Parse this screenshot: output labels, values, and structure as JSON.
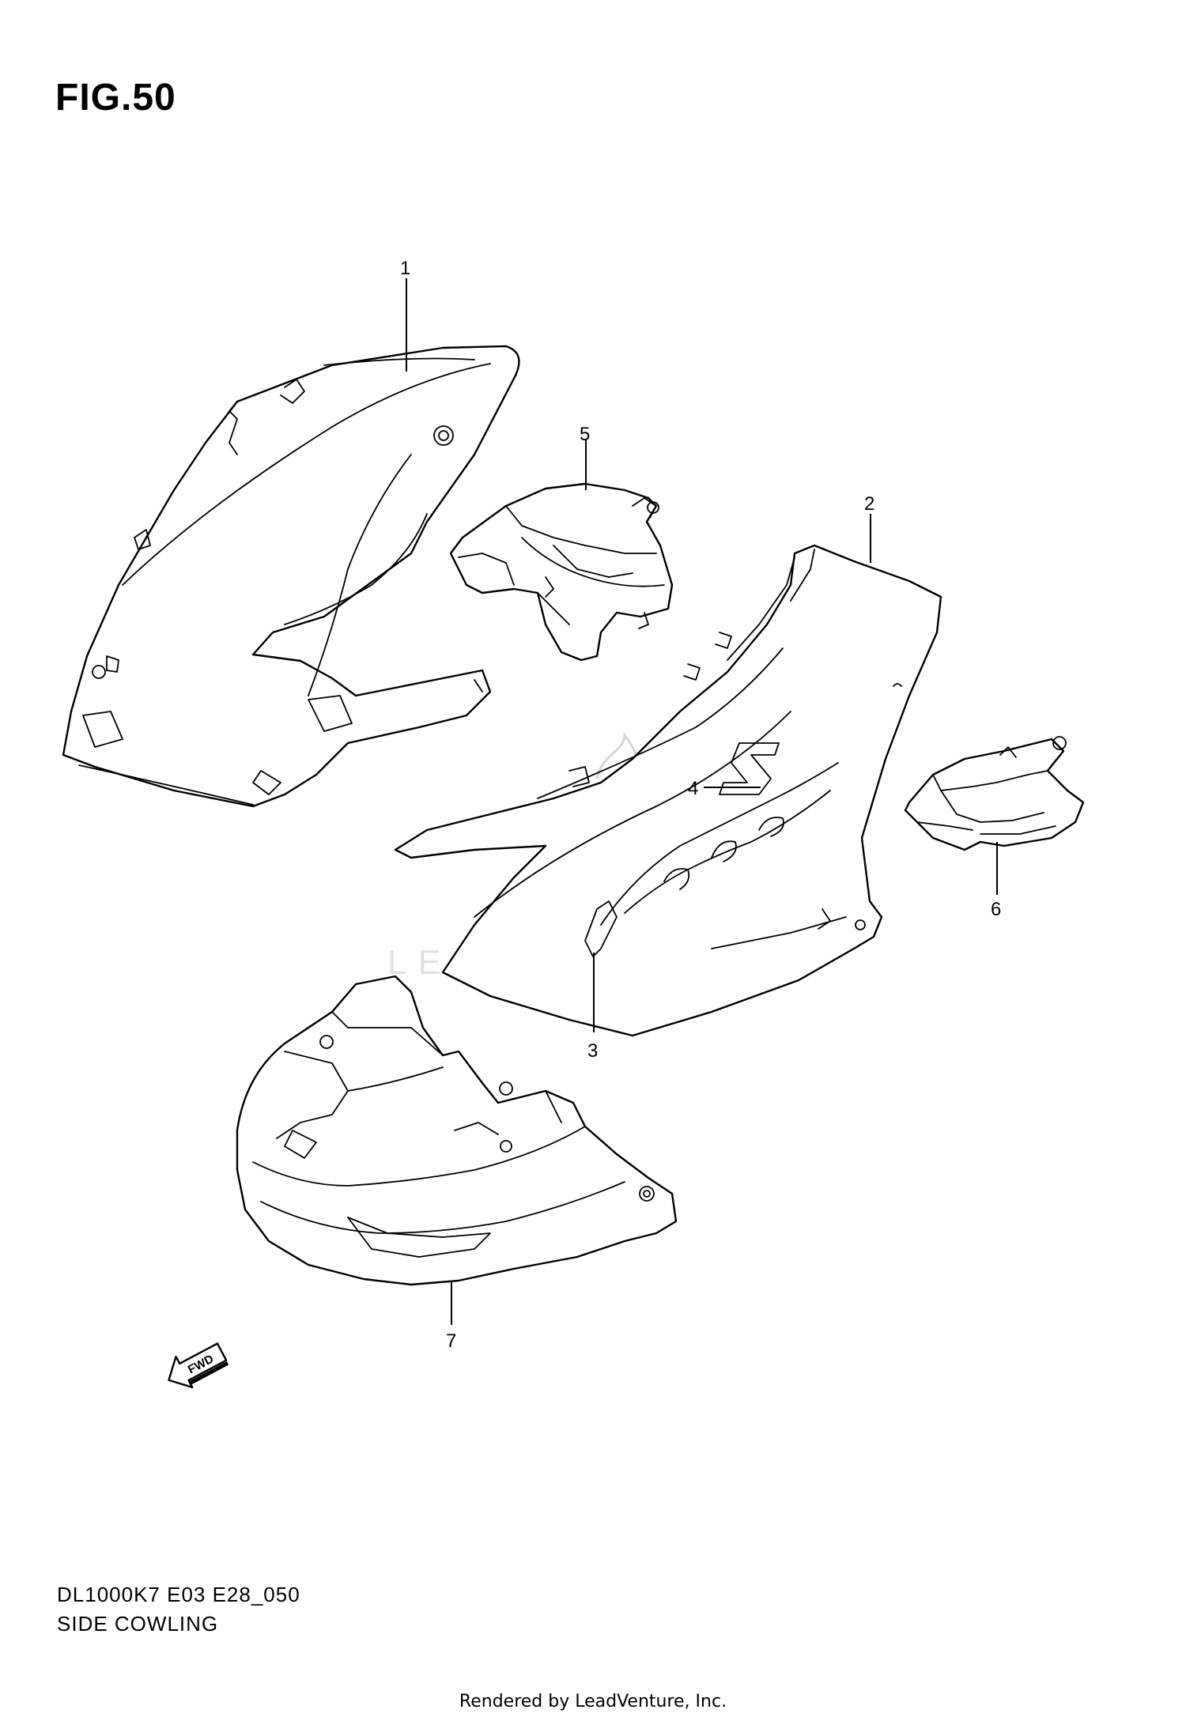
{
  "figure": {
    "title": "FIG.50"
  },
  "callouts": {
    "p1": "1",
    "p2": "2",
    "p3": "3",
    "p4": "4",
    "p5": "5",
    "p6": "6",
    "p7": "7"
  },
  "fwd_label": "FWD",
  "watermark": "LEADVENTURE",
  "footer": {
    "model_code": "DL1000K7 E03 E28_050",
    "section_name": "SIDE COWLING",
    "credit": "Rendered by LeadVenture, Inc."
  }
}
